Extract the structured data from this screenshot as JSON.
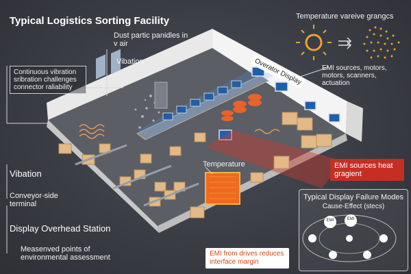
{
  "title": "Typical Logistics Sorting Facility",
  "labels": {
    "dust": "Dust partic panidles in v air",
    "vibration_top": "Vibation",
    "continuous": "Continuous vibration sribration challenges connector raliability",
    "vibration_left": "Vibation",
    "conveyor_terminal": "Conveyor-side terminal",
    "display_overhead": "Display Overhead Station",
    "measured_points": "Measenved points of environmental assessment",
    "temperature": "Temperature",
    "operator_display": "Overator Display",
    "emi_list": "EMI sources, motors, motors, scanners, actuation",
    "emi_heat": "EMI sources heat gragient",
    "emi_drives": "EMI from drives reduces interface margin"
  },
  "temperature_panel": {
    "title": "Temperature vareive grangcs"
  },
  "failure_panel": {
    "title": "Typical Display Failure Modes",
    "subtitle": "Cause-Effect (stecs)",
    "node_emi": "EMI",
    "node_emi2": "EMI"
  },
  "colors": {
    "background": "#3a3d44",
    "floor": "#55585f",
    "wall": "#f1f1f1",
    "box": "#e2b987",
    "heat": "#e8632a",
    "emi_red": "#c62e24",
    "screen_blue": "#2e7fd1",
    "sun": "#f0a030"
  }
}
